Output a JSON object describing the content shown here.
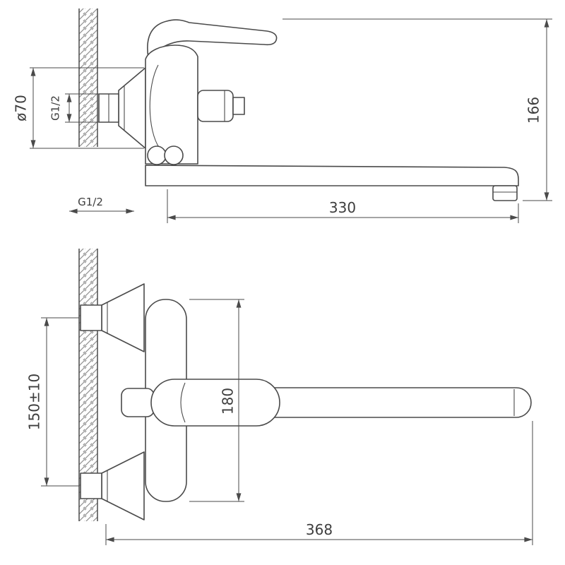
{
  "drawing": {
    "background": "#ffffff",
    "line_color": "#4a4a4a",
    "text_color": "#3d3d3d",
    "hatch_color": "#909090",
    "side_view": {
      "dim_flange_diameter": "ø70",
      "dim_inlet_thread": "G1/2",
      "dim_height": "166",
      "dim_spout_reach": "330",
      "dim_wall_thread": "G1/2"
    },
    "front_view": {
      "dim_inlet_spacing": "150±10",
      "dim_body_length": "180",
      "dim_overall_length": "368"
    }
  }
}
